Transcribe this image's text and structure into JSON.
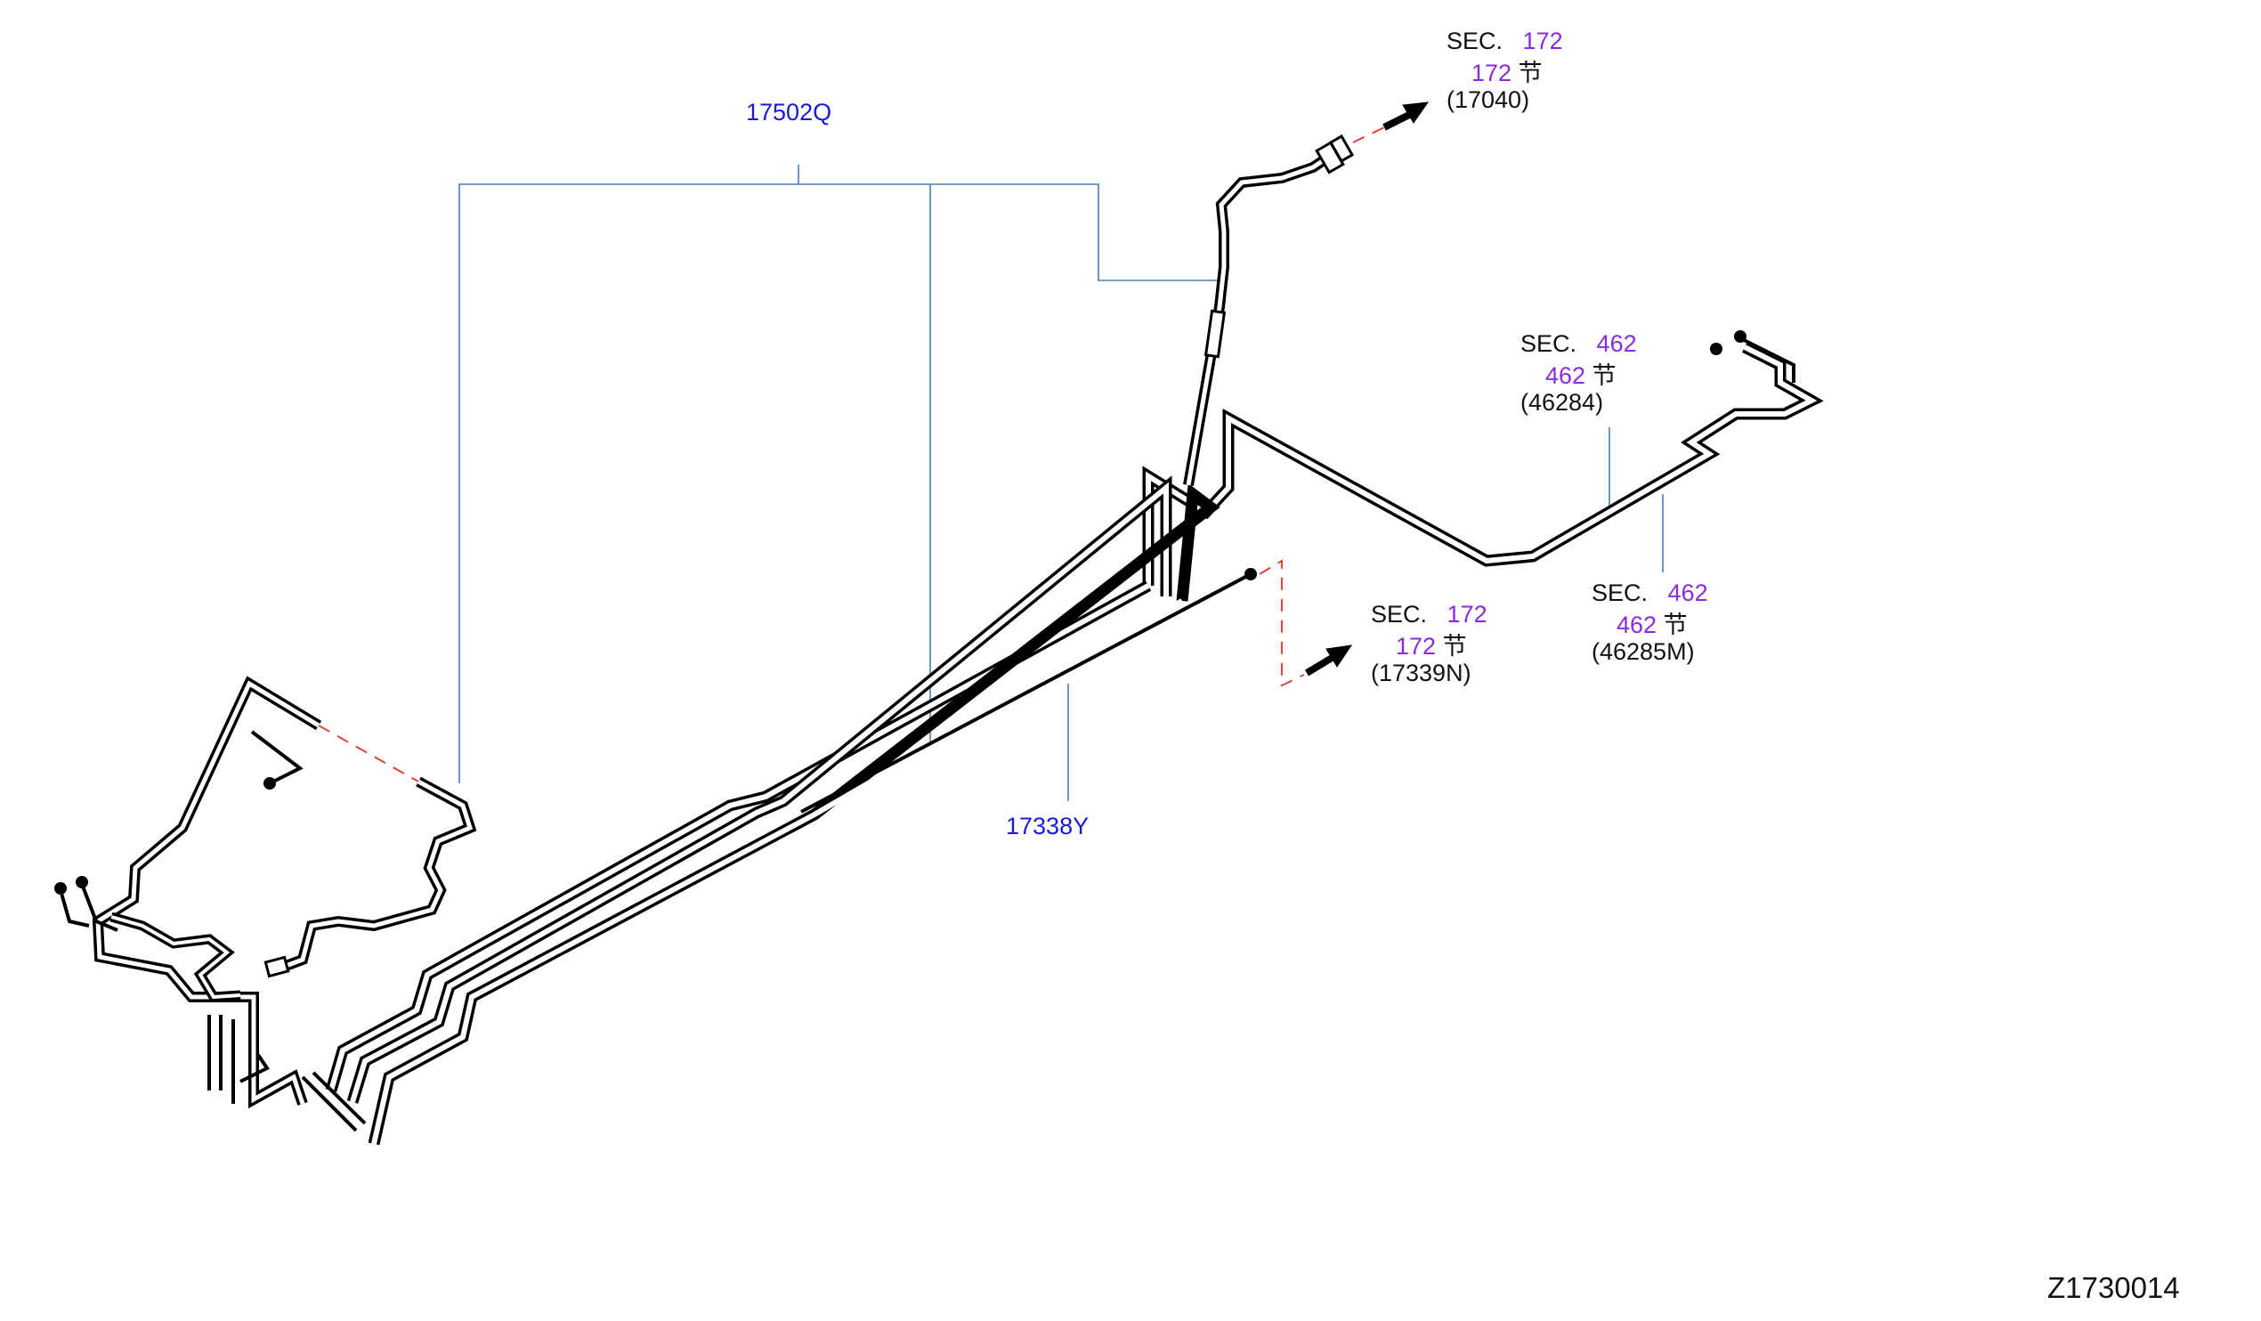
{
  "diagram_id": "Z1730014",
  "part_labels": [
    {
      "id": "p1",
      "text": "17502Q"
    },
    {
      "id": "p2",
      "text": "17338Y"
    }
  ],
  "section_refs": [
    {
      "id": "s1",
      "sec": "SEC.",
      "num": "172",
      "num2": "172",
      "glyph": "节",
      "code": "(17040)"
    },
    {
      "id": "s2",
      "sec": "SEC.",
      "num": "462",
      "num2": "462",
      "glyph": "节",
      "code": "(46284)"
    },
    {
      "id": "s3",
      "sec": "SEC.",
      "num": "172",
      "num2": "172",
      "glyph": "节",
      "code": "(17339N)"
    },
    {
      "id": "s4",
      "sec": "SEC.",
      "num": "462",
      "num2": "462",
      "glyph": "节",
      "code": "(46285M)"
    }
  ],
  "colors": {
    "leader_line": "#4a7fb5",
    "dashed_leader": "#e0302a",
    "pipe": "#000000",
    "part_label": "#1a1ad6",
    "section_number": "#8a2be2"
  }
}
